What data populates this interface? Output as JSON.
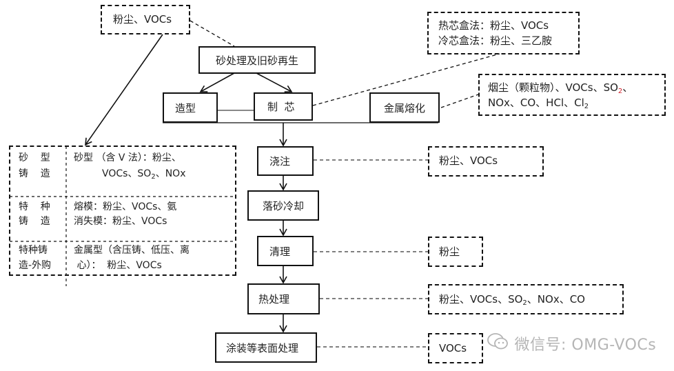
{
  "process": {
    "sand": "砂处理及旧砂再生",
    "molding": "造型",
    "coremaking": "制  芯",
    "melting": "金属熔化",
    "pouring": "浇注",
    "shakeout": "落砂冷却",
    "cleaning": "清理",
    "heat_treatment": "热处理",
    "coating": "涂装等表面处理"
  },
  "emissions": {
    "sand": "粉尘、VOCs",
    "core_hot": "热芯盒法：粉尘、VOCs",
    "core_cold": "冷芯盒法：粉尘、三乙胺",
    "melting_line1_a": "烟尘（颗粒物）、VOCs、SO",
    "melting_line1_sub": "2",
    "melting_line1_b": "、",
    "melting_line2_a": "NOx、CO、HCl、Cl",
    "melting_line2_sub": "2",
    "pouring": "粉尘、VOCs",
    "cleaning": "粉尘",
    "heat_a": "粉尘、VOCs、SO",
    "heat_sub": "2",
    "heat_b": "、NOx、CO",
    "coating": "VOCs"
  },
  "casting_types": [
    {
      "category_line1": "砂    型",
      "category_line2": "铸    造",
      "desc_line1": "砂型 （含 V 法）：粉尘、",
      "desc_line2_a": "VOCs、SO",
      "desc_line2_sub": "2",
      "desc_line2_b": "、NOx"
    },
    {
      "category_line1": "特    种",
      "category_line2": "铸    造",
      "desc_line1": "熔模：粉尘、VOCs、氨",
      "desc_line2": "消失模：粉尘、VOCs"
    },
    {
      "category_line1": "特种铸",
      "category_line2": "造-外购",
      "desc_line1": "金属型（含压铸、低压、离",
      "desc_line2": " 心）：  粉尘、VOCs"
    }
  ],
  "watermark": {
    "icon": "wechat-icon",
    "text": "微信号: OMG-VOCs"
  }
}
